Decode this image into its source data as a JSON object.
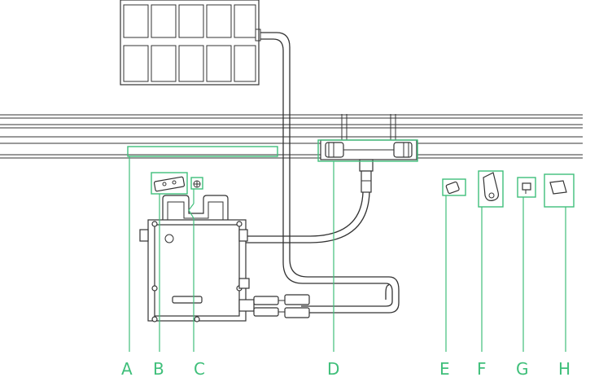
{
  "colors": {
    "accent": "#3fbf7a",
    "line": "#333333",
    "background": "#ffffff"
  },
  "labels": [
    {
      "id": "A",
      "text": "A"
    },
    {
      "id": "B",
      "text": "B"
    },
    {
      "id": "C",
      "text": "C"
    },
    {
      "id": "D",
      "text": "D"
    },
    {
      "id": "E",
      "text": "E"
    },
    {
      "id": "F",
      "text": "F"
    },
    {
      "id": "G",
      "text": "G"
    },
    {
      "id": "H",
      "text": "H"
    }
  ]
}
